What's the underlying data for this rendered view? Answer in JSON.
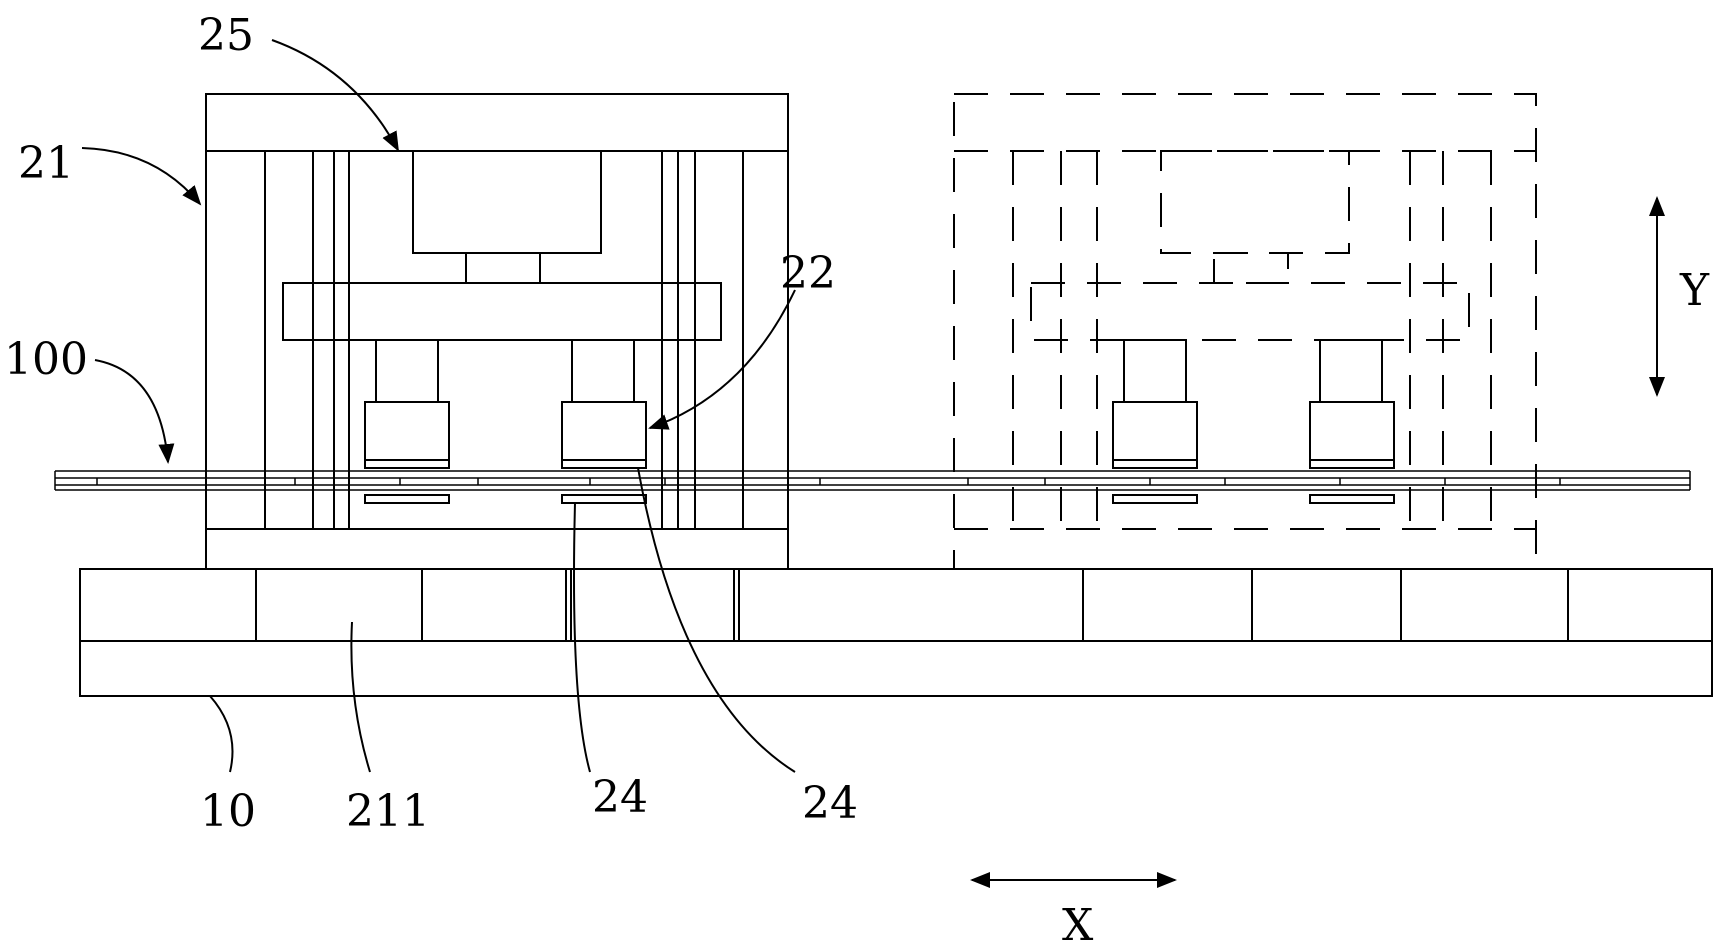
{
  "labels": {
    "frame": "21",
    "drive_block": "25",
    "clamp_unit": "22",
    "strip": "100",
    "base": "10",
    "base_segment": "211",
    "jaw_lower": "24",
    "jaw_upper": "24"
  },
  "axes": {
    "vertical": "Y",
    "horizontal": "X"
  }
}
